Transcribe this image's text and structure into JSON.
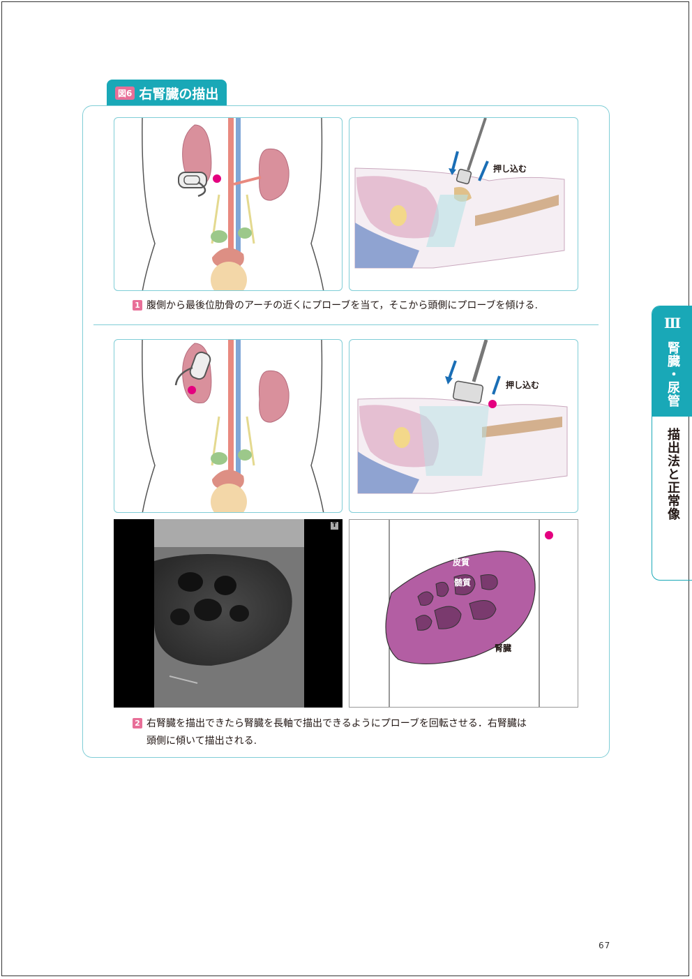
{
  "figure": {
    "num": "図6",
    "title": "右腎臓の描出"
  },
  "labels": {
    "push1": "押し込む",
    "push2": "押し込む",
    "cortex": "皮質",
    "medulla": "髄質",
    "kidney": "腎臓",
    "us_marker": "T"
  },
  "captions": [
    {
      "num": "1",
      "lines": [
        "腹側から最後位肋骨のアーチの近くにプローブを当て，そこから頭側にプローブを傾ける."
      ]
    },
    {
      "num": "2",
      "lines": [
        "右腎臓を描出できたら腎臓を長軸で描出できるようにプローブを回転させる．右腎臓は",
        "頭側に傾いて描出される."
      ]
    }
  ],
  "side_tab": {
    "roman": "Ⅲ",
    "chapter": "腎臓・尿管",
    "section": "描出法と正常像"
  },
  "page_number": "67",
  "colors": {
    "accent": "#19a8b7",
    "pink": "#e86f98",
    "kidney_purple": "#b35ea3",
    "marker": "#e4007f"
  }
}
